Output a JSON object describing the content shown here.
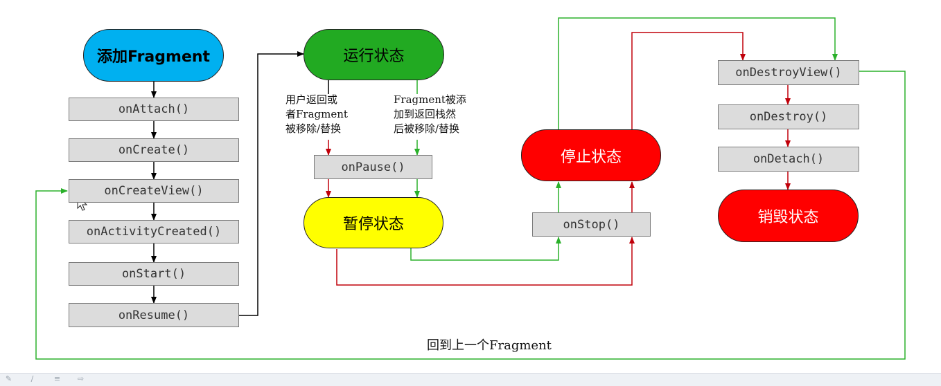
{
  "states": {
    "add": "添加Fragment",
    "running": "运行状态",
    "paused": "暂停状态",
    "stopped": "停止状态",
    "destroyed": "销毁状态"
  },
  "callbacks": {
    "onAttach": "onAttach()",
    "onCreate": "onCreate()",
    "onCreateView": "onCreateView()",
    "onActivityCreated": "onActivityCreated()",
    "onStart": "onStart()",
    "onResume": "onResume()",
    "onPause": "onPause()",
    "onStop": "onStop()",
    "onDestroyView": "onDestroyView()",
    "onDestroy": "onDestroy()",
    "onDetach": "onDetach()"
  },
  "notes": {
    "left": [
      "用户返回或",
      "者Fragment",
      "被移除/替换"
    ],
    "right": [
      "Fragment被添",
      "加到返回栈然",
      "后被移除/替换"
    ]
  },
  "back_label": "回到上一个Fragment",
  "colors": {
    "add": "#00b0f0",
    "running": "#22aa22",
    "paused": "#ffff00",
    "stopped": "#ff0000",
    "destroyed": "#ff0000",
    "arrow_black": "#000000",
    "arrow_red": "#c0000a",
    "arrow_green": "#2ab02a",
    "box_fill": "#dcdcdc"
  },
  "icons": [
    "pencil-icon",
    "pen-icon",
    "list-icon",
    "share-icon"
  ]
}
